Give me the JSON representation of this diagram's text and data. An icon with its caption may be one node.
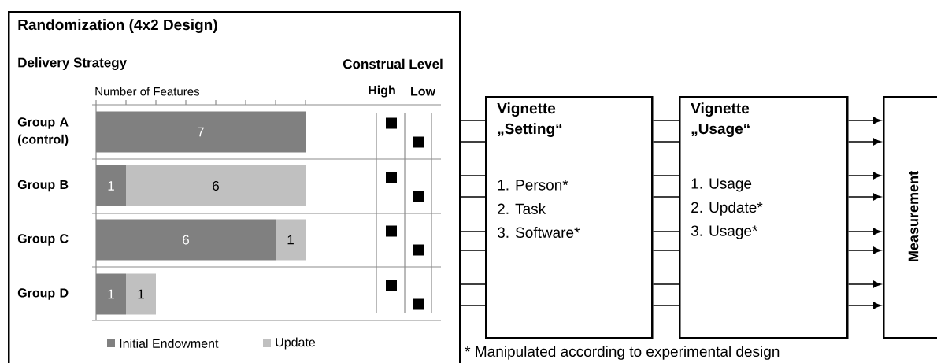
{
  "diagram": {
    "nodes": [
      {
        "text": [
          "Randomization (4x2 Design)"
        ]
      },
      {
        "text": [
          "Vignette „Setting“",
          "1. Person*",
          "2. Task",
          "3. Software*"
        ]
      },
      {
        "text": [
          "Vignette „Usage“",
          "1. Usage",
          "2. Update*",
          "3. Usage*"
        ]
      },
      {
        "text": [
          "Measurement"
        ]
      }
    ],
    "edges": [
      {
        "from": 0,
        "to": 1,
        "arrow": "none"
      },
      {
        "from": 0,
        "to": 1,
        "arrow": "none"
      },
      {
        "from": 0,
        "to": 1,
        "arrow": "none"
      },
      {
        "from": 0,
        "to": 1,
        "arrow": "none"
      },
      {
        "from": 0,
        "to": 1,
        "arrow": "none"
      },
      {
        "from": 0,
        "to": 1,
        "arrow": "none"
      },
      {
        "from": 0,
        "to": 1,
        "arrow": "none"
      },
      {
        "from": 0,
        "to": 1,
        "arrow": "none"
      },
      {
        "from": 1,
        "to": 2,
        "arrow": "none"
      },
      {
        "from": 1,
        "to": 2,
        "arrow": "none"
      },
      {
        "from": 1,
        "to": 2,
        "arrow": "none"
      },
      {
        "from": 1,
        "to": 2,
        "arrow": "none"
      },
      {
        "from": 1,
        "to": 2,
        "arrow": "none"
      },
      {
        "from": 1,
        "to": 2,
        "arrow": "none"
      },
      {
        "from": 1,
        "to": 2,
        "arrow": "none"
      },
      {
        "from": 1,
        "to": 2,
        "arrow": "none"
      },
      {
        "from": 2,
        "to": 3,
        "arrow": "to"
      },
      {
        "from": 2,
        "to": 3,
        "arrow": "to"
      },
      {
        "from": 2,
        "to": 3,
        "arrow": "to"
      },
      {
        "from": 2,
        "to": 3,
        "arrow": "to"
      },
      {
        "from": 2,
        "to": 3,
        "arrow": "to"
      },
      {
        "from": 2,
        "to": 3,
        "arrow": "to"
      },
      {
        "from": 2,
        "to": 3,
        "arrow": "to"
      },
      {
        "from": 2,
        "to": 3,
        "arrow": "to"
      }
    ],
    "labels": [
      "Delivery Strategy",
      "Construal Level",
      "High",
      "Low",
      "* Manipulated according to experimental design"
    ],
    "chart_data": {
      "type": "bar",
      "orientation": "horizontal",
      "stacked": true,
      "data_labels": true,
      "xlabel": "Number of Features",
      "categories": [
        "Group A (control)",
        "Group B",
        "Group C",
        "Group D"
      ],
      "xlim": [
        0,
        7
      ],
      "legend": "bottom",
      "series": [
        {
          "name": "Initial Endowment",
          "color": "#808080",
          "values": [
            7,
            1,
            6,
            1
          ]
        },
        {
          "name": "Update",
          "color": "#c0c0c0",
          "values": [
            null,
            6,
            1,
            1
          ]
        }
      ]
    }
  }
}
